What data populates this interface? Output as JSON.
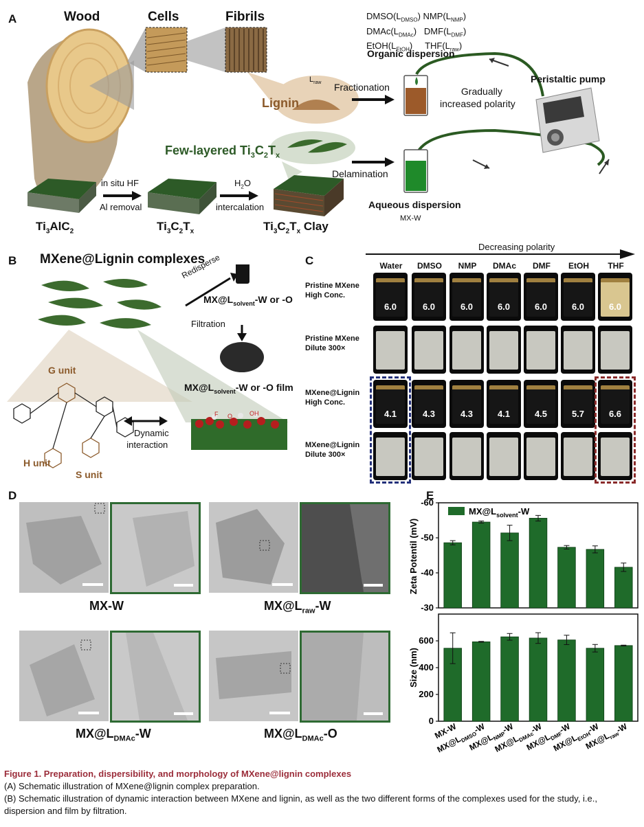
{
  "panelA": {
    "label": "A",
    "wood": "Wood",
    "cells": "Cells",
    "fibrils": "Fibrils",
    "solvents": [
      [
        "DMSO(L",
        "DMSO",
        ")"
      ],
      [
        "NMP(L",
        "NMP",
        ")"
      ],
      [
        "DMAc(L",
        "DMAc",
        ")"
      ],
      [
        "DMF(L",
        "DMF",
        ")"
      ],
      [
        "EtOH(L",
        "EtOH",
        ")"
      ],
      [
        "THF(L",
        "raw",
        ")"
      ]
    ],
    "organic_dispersion": "Organic dispersion",
    "peristaltic_pump": "Peristaltic pump",
    "l_raw_main": "L",
    "l_raw_sub": "raw",
    "lignin": "Lignin",
    "fractionation": "Fractionation",
    "gradually_1": "Gradually",
    "gradually_2": "increased polarity",
    "few_layered_prefix": "Few-layered Ti",
    "delamination": "Delamination",
    "in_situ": "in situ HF",
    "al_removal": "Al removal",
    "h2o_main": "H",
    "h2o_sub": "2",
    "h2o_end": "O",
    "intercalation": "intercalation",
    "ti3alc2": [
      "Ti",
      "3",
      "AlC",
      "2"
    ],
    "ti3c2tx": [
      "Ti",
      "3",
      "C",
      "2",
      "T",
      "x"
    ],
    "clay": "Clay",
    "aqueous_dispersion": "Aqueous dispersion",
    "mxw": "MX-W"
  },
  "panelB": {
    "label": "B",
    "title": "MXene@Lignin complexes",
    "redisperse": "Redisperse",
    "mx_disp": [
      "MX@L",
      "solvent",
      "-W or -O"
    ],
    "filtration": "Filtration",
    "mx_film": [
      "MX@L",
      "solvent",
      "-W or -O film"
    ],
    "g_unit": "G unit",
    "h_unit": "H unit",
    "s_unit": "S unit",
    "dynamic_1": "Dynamic",
    "dynamic_2": "interaction",
    "f_label": "F",
    "o_label": "O",
    "oh_label": "OH"
  },
  "panelC": {
    "label": "C",
    "decreasing": "Decreasing polarity",
    "solvents": [
      "Water",
      "DMSO",
      "NMP",
      "DMAc",
      "DMF",
      "EtOH",
      "THF"
    ],
    "rows": [
      [
        "Pristine MXene",
        "High Conc."
      ],
      [
        "Pristine MXene",
        "Dilute 300×"
      ],
      [
        "MXene@Lignin",
        "High Conc."
      ],
      [
        "MXene@Lignin",
        "Dilute 300×"
      ]
    ],
    "pristine_conc": [
      "6.0",
      "6.0",
      "6.0",
      "6.0",
      "6.0",
      "6.0",
      "6.0"
    ],
    "complex_conc": [
      "4.1",
      "4.3",
      "4.3",
      "4.1",
      "4.5",
      "5.7",
      "6.6"
    ]
  },
  "panelD": {
    "label": "D",
    "captions": [
      [
        "MX-W",
        "",
        ""
      ],
      [
        "MX@L",
        "raw",
        "-W"
      ],
      [
        "MX@L",
        "DMAc",
        "-W"
      ],
      [
        "MX@L",
        "DMAc",
        "-O"
      ]
    ]
  },
  "panelE": {
    "label": "E",
    "legend": [
      "MX@L",
      "solvent",
      "-W"
    ],
    "ylabel_top": "Zeta Potentil (mV)",
    "ylabel_bottom": "Size (nm)",
    "xlabels": [
      [
        "MX-W",
        ""
      ],
      [
        "MX@L",
        "DMSO",
        "-W"
      ],
      [
        "MX@L",
        "NMP",
        "-W"
      ],
      [
        "MX@L",
        "DMAc",
        "-W"
      ],
      [
        "MX@L",
        "DMF",
        "-W"
      ],
      [
        "MX@L",
        "EtOH",
        "-W"
      ],
      [
        "MX@L",
        "raw",
        "-W"
      ]
    ]
  },
  "chart_data": [
    {
      "type": "bar",
      "ylabel": "Zeta Potentil (mV)",
      "categories": [
        "MX-W",
        "MX@LDMSO-W",
        "MX@LNMP-W",
        "MX@LDMAc-W",
        "MX@LDMF-W",
        "MX@LEtOH-W",
        "MX@Lraw-W"
      ],
      "values": [
        -48.6,
        -54.5,
        -51.4,
        -55.6,
        -47.3,
        -46.7,
        -41.6
      ],
      "errors": [
        0.6,
        0.3,
        2.2,
        0.8,
        0.5,
        1.0,
        1.2
      ],
      "ylim": [
        -30,
        -60
      ],
      "yticks": [
        -30,
        -40,
        -50,
        -60
      ],
      "color": "#1f6b2a",
      "legend_position": "top-left"
    },
    {
      "type": "bar",
      "ylabel": "Size (nm)",
      "categories": [
        "MX-W",
        "MX@LDMSO-W",
        "MX@LNMP-W",
        "MX@LDMAc-W",
        "MX@LDMF-W",
        "MX@LEtOH-W",
        "MX@Lraw-W"
      ],
      "values": [
        545,
        593,
        630,
        621,
        607,
        545,
        565
      ],
      "errors": [
        115,
        3,
        25,
        40,
        35,
        28,
        3
      ],
      "ylim": [
        0,
        800
      ],
      "yticks": [
        0,
        200,
        400,
        600
      ],
      "color": "#1f6b2a"
    }
  ],
  "caption": {
    "title": "Figure 1.  Preparation, dispersibility, and morphology of MXene@lignin complexes",
    "line_a": "(A) Schematic illustration of MXene@lignin complex preparation.",
    "line_b": "(B) Schematic illustration of dynamic interaction between MXene and lignin, as well as the two different forms of the complexes used for the study, i.e., dispersion and film by filtration."
  },
  "colors": {
    "mxene_green": "#2d5a27",
    "bar_green": "#1f6b2a",
    "lignin_brown": "#8b5a2b",
    "caption_red": "#9b2d3a"
  }
}
